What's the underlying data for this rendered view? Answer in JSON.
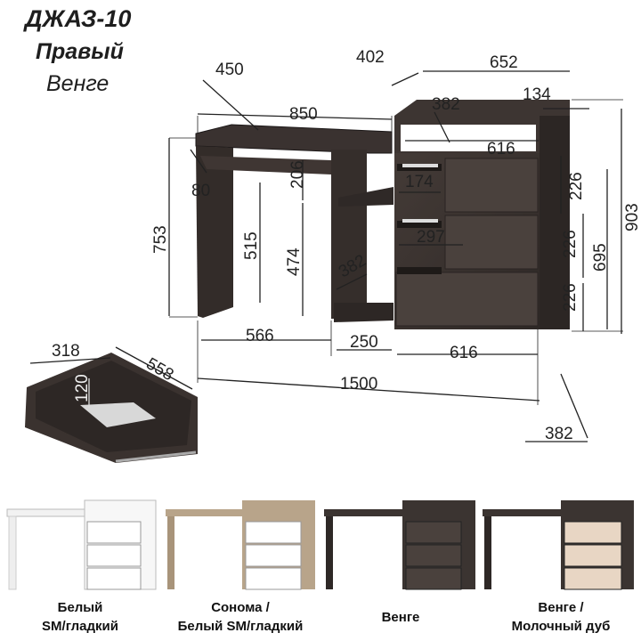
{
  "title": {
    "model": "ДЖАЗ-10",
    "side": "Правый",
    "color": "Венге"
  },
  "dimensions": {
    "d450": "450",
    "d850": "850",
    "d402": "402",
    "d652": "652",
    "d134": "134",
    "d382_top": "382",
    "d616_top": "616",
    "d174": "174",
    "d297": "297",
    "d206": "206",
    "d80": "80",
    "d753": "753",
    "d515": "515",
    "d474": "474",
    "d382_shelf": "382",
    "d226_a": "226",
    "d226_b": "226",
    "d226_c": "226",
    "d695": "695",
    "d903": "903",
    "d566": "566",
    "d250": "250",
    "d616_bottom": "616",
    "d1500": "1500",
    "d382_bottom": "382",
    "d318": "318",
    "d558": "558",
    "d120": "120"
  },
  "variants": [
    {
      "line1": "Белый",
      "line2": "SM/гладкий"
    },
    {
      "line1": "Сонома /",
      "line2": "Белый SM/гладкий"
    },
    {
      "line1": "Венге",
      "line2": ""
    },
    {
      "line1": "Венге /",
      "line2": "Молочный дуб"
    }
  ],
  "colors": {
    "wenge": "#3b3431",
    "white": "#f4f4f4",
    "sonoma": "#b8a48a",
    "milk_oak": "#e8d6c4"
  }
}
